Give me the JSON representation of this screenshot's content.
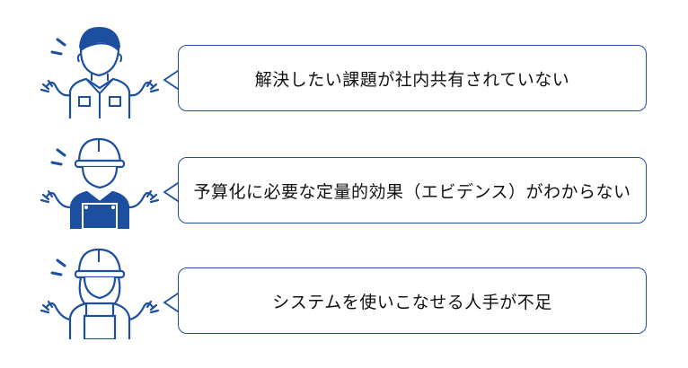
{
  "items": [
    {
      "icon": "office-worker-sweat-icon",
      "text": "解決したい課題が社内共有されていない"
    },
    {
      "icon": "construction-worker-helmet-sweat-icon",
      "text": "予算化に必要な定量的効果（エビデンス）がわからない"
    },
    {
      "icon": "female-worker-helmet-sweat-icon",
      "text": "システムを使いこなせる人手が不足"
    }
  ],
  "colors": {
    "accent": "#1d4fa0",
    "text": "#111111"
  }
}
